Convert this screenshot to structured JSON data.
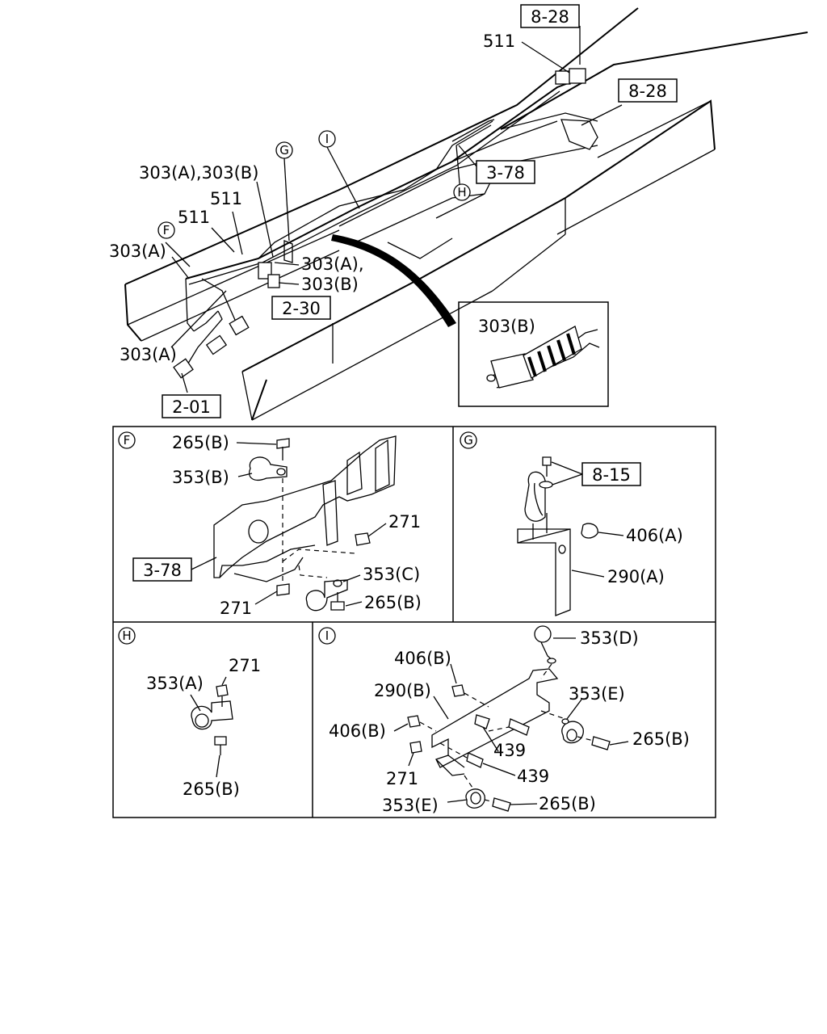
{
  "main_view": {
    "ref_boxes": [
      "8-28",
      "8-28",
      "3-78",
      "2-30",
      "2-01"
    ],
    "labels": [
      "511",
      "303(A),303(B)",
      "511",
      "511",
      "303(A)",
      "303(A)",
      "303(A),",
      "303(B)"
    ],
    "circle_marks": [
      "F",
      "G",
      "I",
      "H"
    ],
    "inset_label": "303(B)"
  },
  "panel_f": {
    "mark": "F",
    "ref_box": "3-78",
    "labels": [
      "265(B)",
      "353(B)",
      "271",
      "353(C)",
      "271",
      "265(B)"
    ]
  },
  "panel_g": {
    "mark": "G",
    "ref_box": "8-15",
    "labels": [
      "406(A)",
      "290(A)"
    ]
  },
  "panel_h": {
    "mark": "H",
    "labels": [
      "353(A)",
      "271",
      "265(B)"
    ]
  },
  "panel_i": {
    "mark": "I",
    "labels": [
      "353(D)",
      "406(B)",
      "290(B)",
      "353(E)",
      "406(B)",
      "265(B)",
      "439",
      "271",
      "439",
      "353(E)",
      "265(B)"
    ]
  }
}
